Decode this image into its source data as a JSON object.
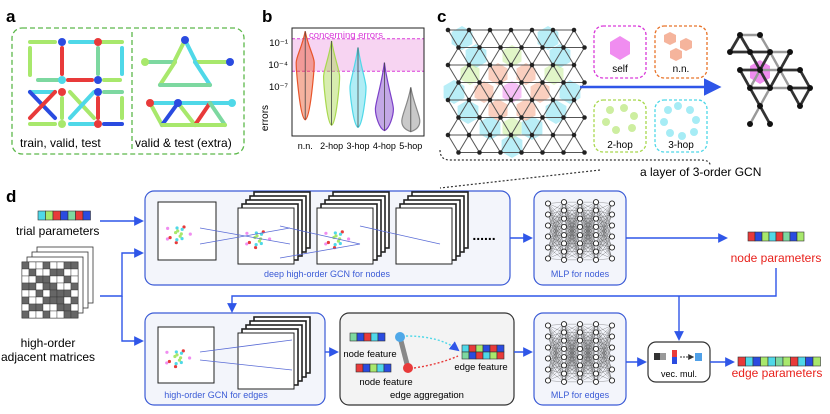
{
  "panels": {
    "a": "a",
    "b": "b",
    "c": "c",
    "d": "d"
  },
  "panel_a": {
    "left_caption": "train, valid, test",
    "right_caption": "valid & test (extra)"
  },
  "panel_b": {
    "ylabel": "errors",
    "yticks": [
      "10⁻¹",
      "10⁻⁴",
      "10⁻⁷"
    ],
    "annotation": "concerning errors",
    "chart_data": {
      "type": "violin",
      "categories": [
        "n.n.",
        "2-hop",
        "3-hop",
        "4-hop",
        "5-hop"
      ],
      "ylabel": "errors",
      "yscale": "log",
      "ylim": [
        1e-10,
        1
      ],
      "highlight_band": [
        0.0001,
        0.1
      ],
      "highlight_label": "concerning errors",
      "series_colors": [
        "#e8542a",
        "#a8d84e",
        "#4fd8e8",
        "#7b3fc8",
        "#888888"
      ]
    }
  },
  "panel_c": {
    "self_label": "self",
    "nn_label": "n.n.",
    "hop2_label": "2-hop",
    "hop3_label": "3-hop",
    "caption": "a layer of 3-order GCN"
  },
  "panel_d": {
    "trial_parameters": "trial parameters",
    "adjacent_matrices_line1": "high-order",
    "adjacent_matrices_line2": "adjacent matrices",
    "gcn_nodes_label": "deep high-order GCN for nodes",
    "mlp_nodes_label": "MLP for nodes",
    "node_parameters": "node parameters",
    "gcn_edges_label": "high-order GCN for edges",
    "node_feature_1": "node feature",
    "node_feature_2": "node feature",
    "edge_feature": "edge feature",
    "edge_aggregation": "edge aggregation",
    "mlp_edges_label": "MLP for edges",
    "vec_mul": "vec. mul.",
    "edge_parameters": "edge parameters",
    "ellipsis": "......"
  },
  "colors": {
    "box_border": "#3b5bd6",
    "box_fill": "#f3f5fb",
    "arrow": "#2f56e8",
    "output_text": "#e8211c",
    "dash_green": "#5cb84a",
    "magenta": "#d93ad9"
  }
}
